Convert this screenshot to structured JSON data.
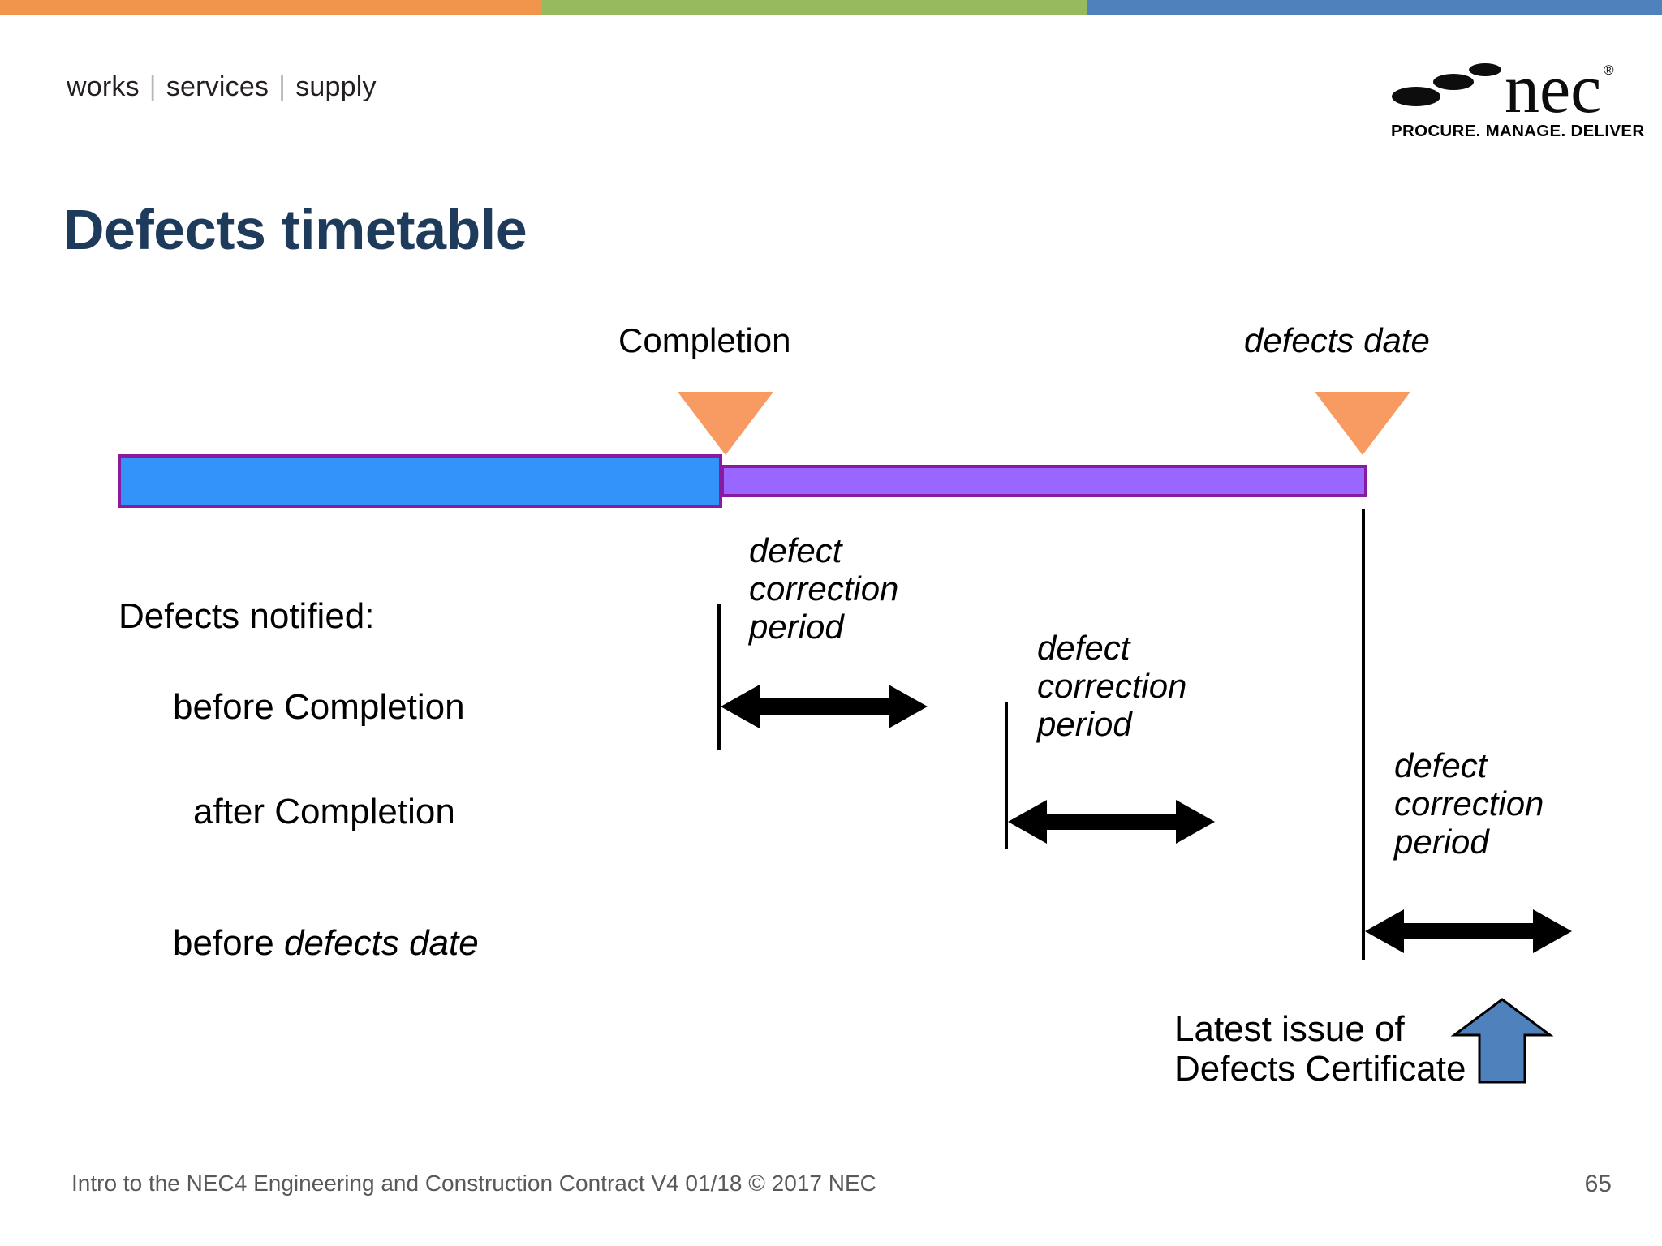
{
  "slide": {
    "title": "Defects timetable",
    "title_color": "#1F3B5C",
    "brand": {
      "tagline_parts": [
        "works",
        "services",
        "supply"
      ],
      "separator": "|",
      "logo_wordmark": "nec",
      "logo_registered": "®",
      "logo_tagline": "PROCURE. MANAGE. DELIVER"
    },
    "top_bar": {
      "segments": [
        {
          "name": "orange",
          "color": "#F0954B"
        },
        {
          "name": "green",
          "color": "#97BB5C"
        },
        {
          "name": "blue",
          "color": "#4F81BD"
        }
      ]
    },
    "footer": {
      "note": "Intro to the NEC4 Engineering and Construction Contract V4 01/18  © 2017 NEC",
      "page_number": "65"
    }
  },
  "chart_data": {
    "type": "timeline",
    "title": "Defects timetable",
    "bars": [
      {
        "name": "works-period-bar",
        "label": "",
        "fill": "#3393FB",
        "stroke": "#8A1BA0",
        "start_marker": "start of works",
        "end_marker": "Completion"
      },
      {
        "name": "defects-period-bar",
        "label": "",
        "fill": "#9966FF",
        "stroke": "#8A1BA0",
        "start_marker": "Completion",
        "end_marker": "defects date"
      }
    ],
    "markers": [
      {
        "name": "completion",
        "label": "Completion",
        "italic": false,
        "color": "#F79B63"
      },
      {
        "name": "defects-date",
        "label": "defects date",
        "italic": true,
        "color": "#F79B63"
      }
    ],
    "periods": [
      {
        "name": "defect-correction-period-1",
        "lines": [
          "defect",
          "correction",
          "period"
        ],
        "relates_to": "before Completion"
      },
      {
        "name": "defect-correction-period-2",
        "lines": [
          "defect",
          "correction",
          "period"
        ],
        "relates_to": "after Completion"
      },
      {
        "name": "defect-correction-period-3",
        "lines": [
          "defect",
          "correction",
          "period"
        ],
        "relates_to": "before defects date"
      }
    ],
    "legend": {
      "heading": "Defects notified:",
      "items": [
        {
          "text": "before Completion",
          "italic_part": ""
        },
        {
          "text": "after Completion",
          "italic_part": ""
        },
        {
          "text_plain": "before ",
          "text_italic": "defects date"
        }
      ]
    },
    "callout": {
      "name": "latest-issue-of-defects-certificate",
      "lines": [
        "Latest issue of",
        "Defects Certificate"
      ],
      "arrow_direction": "up",
      "arrow_color": "#4F81BD"
    }
  },
  "labels": {
    "marker_completion": "Completion",
    "marker_defects_date": "defects date",
    "period_1_line_1": "defect",
    "period_1_line_2": "correction",
    "period_1_line_3": "period",
    "period_2_line_1": "defect",
    "period_2_line_2": "correction",
    "period_2_line_3": "period",
    "period_3_line_1": "defect",
    "period_3_line_2": "correction",
    "period_3_line_3": "period",
    "defects_notified_heading": "Defects notified:",
    "item_before_completion": "before Completion",
    "item_after_completion": "after Completion",
    "item_before_prefix": "before ",
    "item_before_defects_date": "defects date",
    "callout_line_1": "Latest issue of",
    "callout_line_2": "Defects Certificate"
  }
}
